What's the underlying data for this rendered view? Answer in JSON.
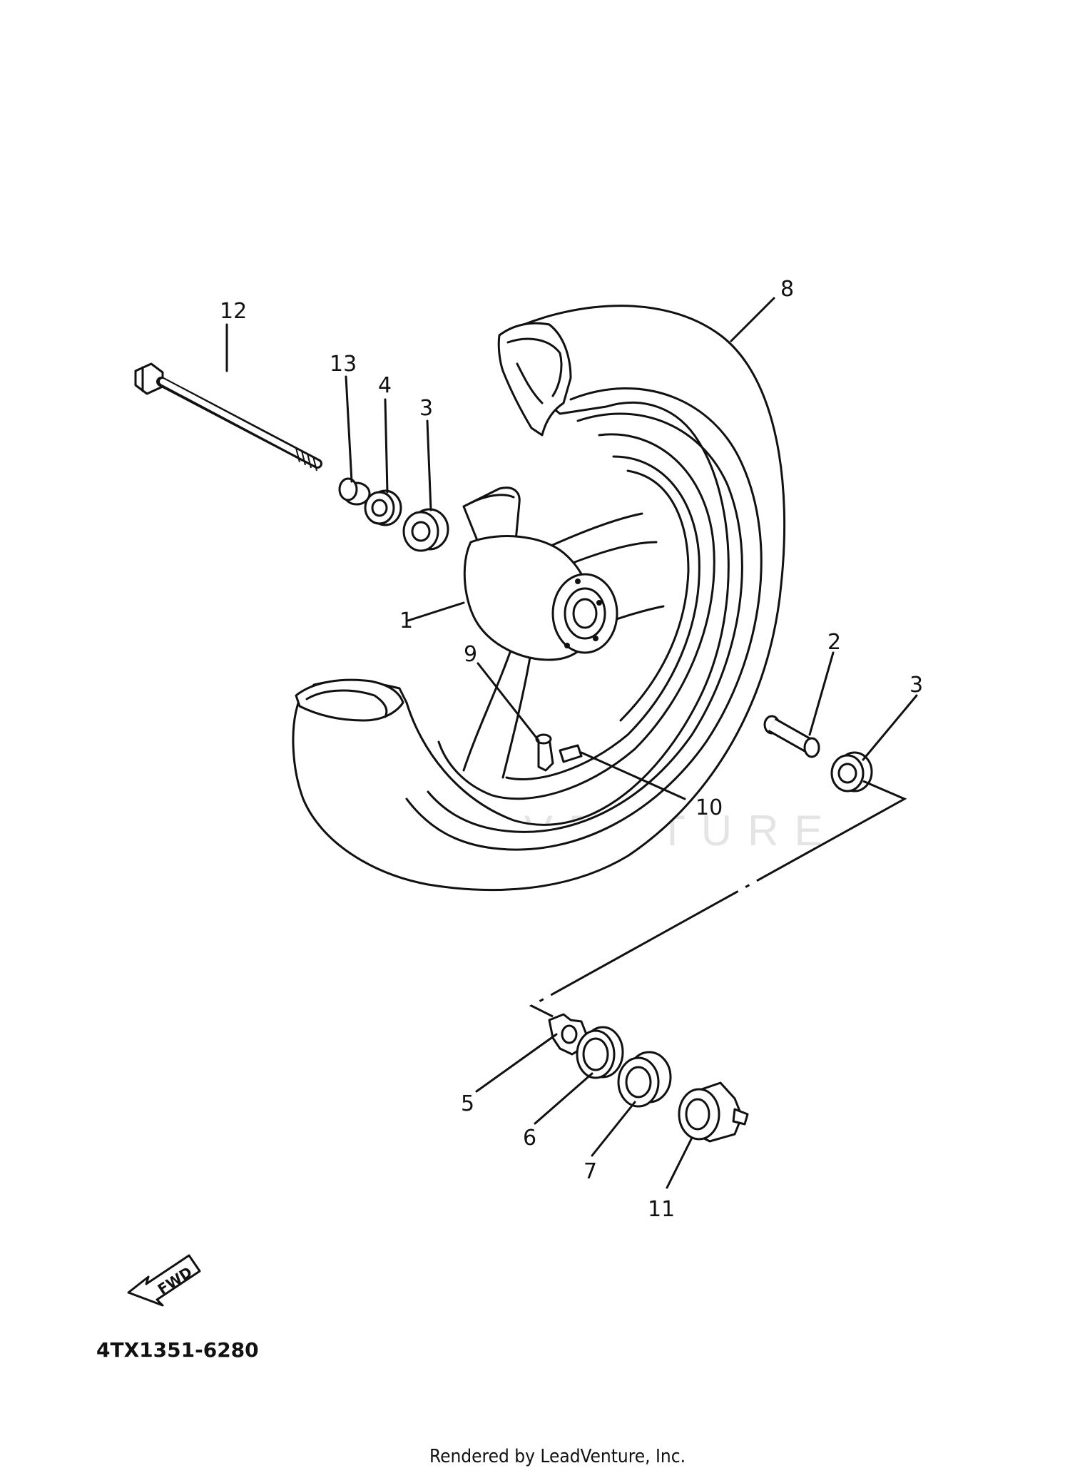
{
  "watermark": "LEADVENTURE",
  "callouts": [
    {
      "id": "wheel",
      "label": "1"
    },
    {
      "id": "collar",
      "label": "2"
    },
    {
      "id": "oil-seal-upper",
      "label": "3"
    },
    {
      "id": "bearing-upper",
      "label": "4"
    },
    {
      "id": "circlip",
      "label": "5"
    },
    {
      "id": "oil-seal-lower",
      "label": "6"
    },
    {
      "id": "bearing-lower",
      "label": "7"
    },
    {
      "id": "tire",
      "label": "8"
    },
    {
      "id": "valve",
      "label": "9"
    },
    {
      "id": "balance-weight",
      "label": "10"
    },
    {
      "id": "meter-gear",
      "label": "11"
    },
    {
      "id": "axle",
      "label": "12"
    },
    {
      "id": "spacer",
      "label": "13"
    },
    {
      "id": "oil-seal-right",
      "label": "3"
    }
  ],
  "fwd_label": "FWD",
  "diagram_code": "4TX1351-6280",
  "footer": "Rendered by LeadVenture, Inc."
}
